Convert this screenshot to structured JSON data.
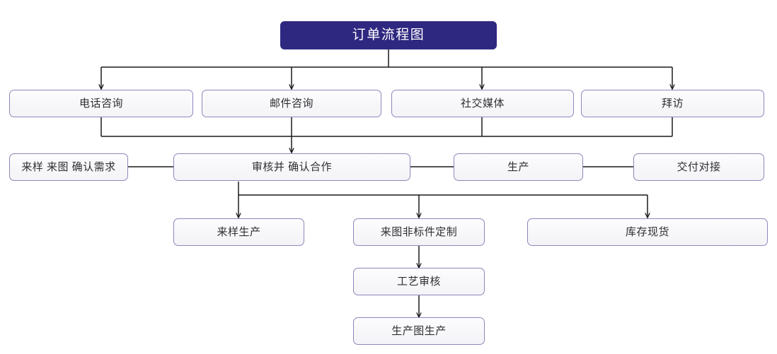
{
  "diagram": {
    "title": "订单流程图",
    "colors": {
      "title_fill": "#2f2880",
      "title_text": "#ffffff",
      "node_border": "#8b88bd",
      "node_fill": "#f8f8fb",
      "node_text": "#2f2f33",
      "connector": "#1a1a1a",
      "background": "#ffffff"
    },
    "nodes": {
      "title": {
        "label": "订单流程图"
      },
      "channels": [
        {
          "label": "电话咨询"
        },
        {
          "label": "邮件咨询"
        },
        {
          "label": "社交媒体"
        },
        {
          "label": "拜访"
        }
      ],
      "requirement": {
        "label": "来样 来图 确认需求"
      },
      "review": {
        "label": "审核并 确认合作"
      },
      "produce": {
        "label": "生产"
      },
      "delivery": {
        "label": "交付对接"
      },
      "branches": [
        {
          "label": "来样生产"
        },
        {
          "label": "来图非标件定制"
        },
        {
          "label": "库存现货"
        }
      ],
      "process_review": {
        "label": "工艺审核"
      },
      "drawing_production": {
        "label": "生产图生产"
      }
    }
  }
}
